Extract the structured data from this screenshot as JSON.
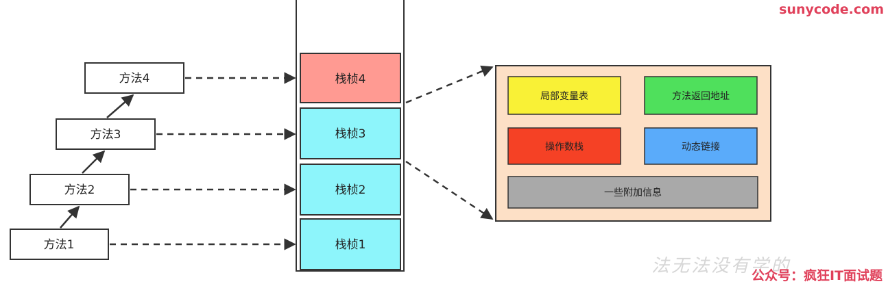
{
  "methods": [
    "方法1",
    "方法2",
    "方法3",
    "方法4"
  ],
  "frames": [
    "栈桢1",
    "栈桢2",
    "栈桢3",
    "栈桢4"
  ],
  "frame_detail": {
    "local_vars": "局部变量表",
    "return_addr": "方法返回地址",
    "operand_stack": "操作数栈",
    "dynamic_link": "动态链接",
    "extra_info": "一些附加信息"
  },
  "colors": {
    "frame_top": "#ff9a92",
    "frame": "#8df5fb",
    "detail_bg": "#fde0c6",
    "local_vars": "#f9f136",
    "return_addr": "#4fe05c",
    "operand_stack": "#f54125",
    "dynamic_link": "#5aabfa",
    "extra_info": "#a9a9a9"
  },
  "watermarks": {
    "site": "sunycode.com",
    "wechat": "公众号：疯狂IT面试题",
    "script": "法无法没有学的"
  }
}
